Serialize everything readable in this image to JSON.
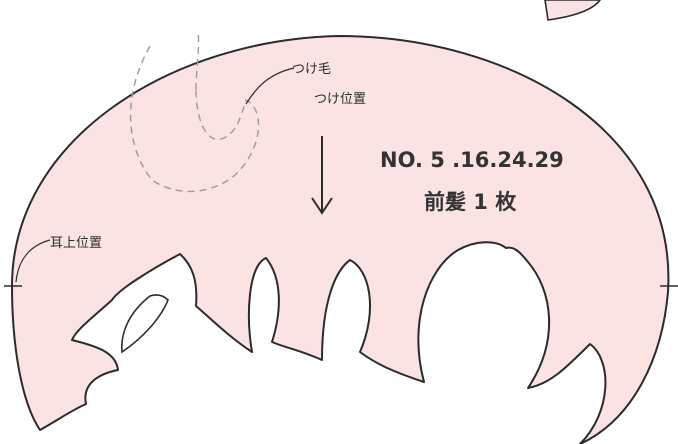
{
  "title": {
    "numbers": "NO. 5 .16.24.29",
    "name": "前髪 1 枚"
  },
  "annotations": {
    "extension": "つけ毛",
    "extension_position": "つけ位置",
    "ear_position": "耳上位置"
  },
  "colors": {
    "fill": "#fbe3e3",
    "stroke": "#2b2b2b",
    "dashed": "#9a9a9a"
  }
}
